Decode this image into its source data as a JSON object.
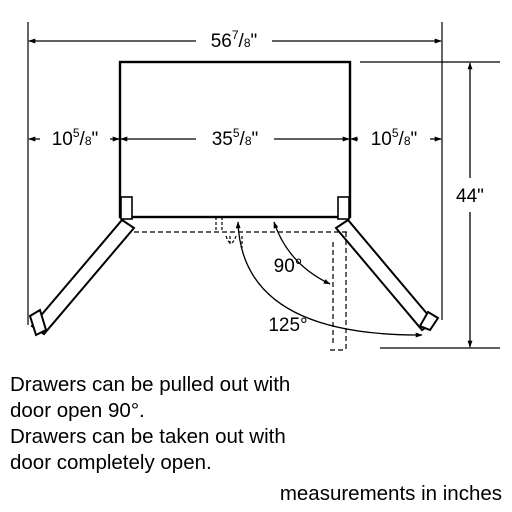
{
  "dimensions": {
    "total_width": {
      "whole": "56",
      "num": "7",
      "den": "8",
      "unit": "\""
    },
    "cabinet_width": {
      "whole": "35",
      "num": "5",
      "den": "8",
      "unit": "\""
    },
    "left_door_swing": {
      "whole": "10",
      "num": "5",
      "den": "8",
      "unit": "\""
    },
    "right_door_swing": {
      "whole": "10",
      "num": "5",
      "den": "8",
      "unit": "\""
    },
    "depth": {
      "text": "44\""
    }
  },
  "angles": {
    "open_90": "90°",
    "open_125": "125°"
  },
  "notes": [
    "Drawers can be pulled out with",
    "door open 90°.",
    "Drawers can be taken out with",
    "door completely open."
  ],
  "units_note": "measurements in inches"
}
